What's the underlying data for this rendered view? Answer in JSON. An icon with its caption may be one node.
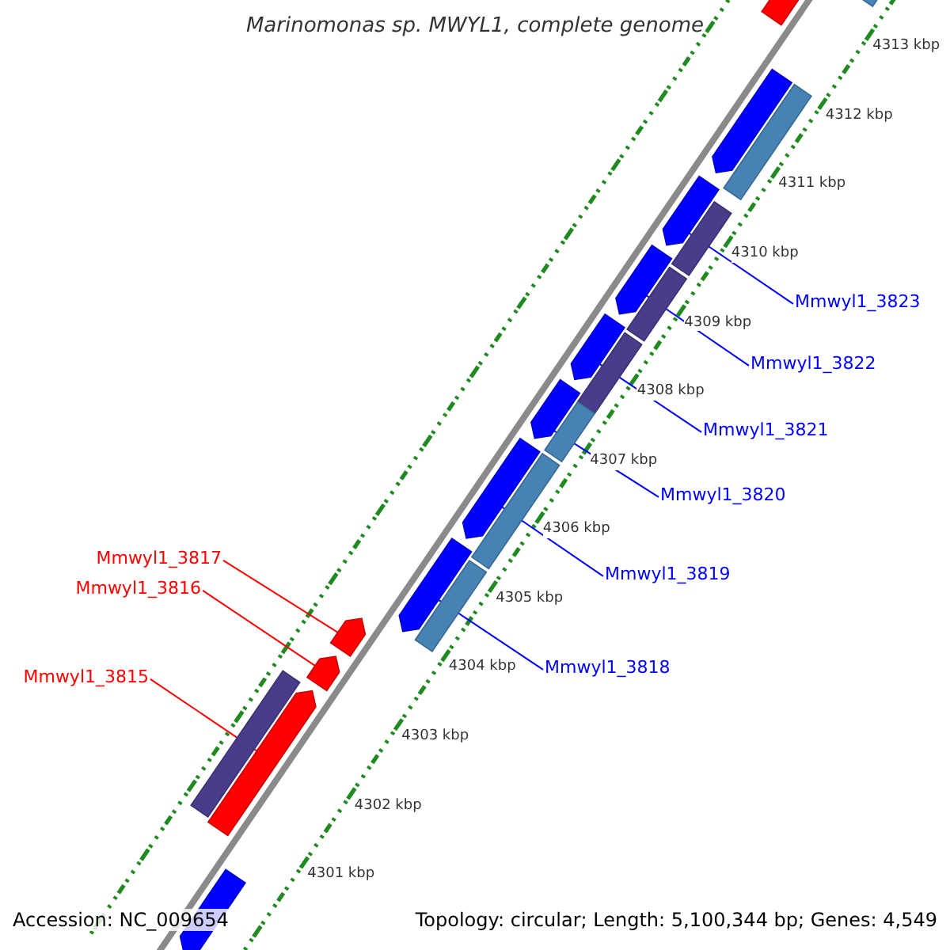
{
  "diagram": {
    "title": "Marinomonas sp. MWYL1, complete genome",
    "nodes": [
      {
        "text": [
          "Mmwyl1_3823"
        ]
      },
      {
        "text": [
          "Mmwyl1_3822"
        ]
      },
      {
        "text": [
          "Mmwyl1_3821"
        ]
      },
      {
        "text": [
          "Mmwyl1_3820"
        ]
      },
      {
        "text": [
          "Mmwyl1_3817"
        ]
      },
      {
        "text": [
          "Mmwyl1_3819"
        ]
      },
      {
        "text": [
          "Mmwyl1_3816"
        ]
      },
      {
        "text": [
          "Mmwyl1_3818"
        ]
      },
      {
        "text": [
          "Mmwyl1_3815"
        ]
      },
      {
        "text": [],
        "shape": "pentagon"
      },
      {
        "text": [],
        "shape": "box"
      },
      {
        "text": [],
        "shape": "pentagon"
      },
      {
        "text": [],
        "shape": "box"
      },
      {
        "text": [],
        "shape": "pentagon"
      },
      {
        "text": [],
        "shape": "box"
      },
      {
        "text": [],
        "shape": "pentagon"
      },
      {
        "text": [],
        "shape": "box"
      },
      {
        "text": [],
        "shape": "pentagon"
      },
      {
        "text": [],
        "shape": "box"
      },
      {
        "text": [],
        "shape": "pentagon"
      },
      {
        "text": [],
        "shape": "box"
      },
      {
        "text": [],
        "shape": "pentagon"
      },
      {
        "text": [],
        "shape": "box"
      },
      {
        "text": [],
        "shape": "pentagon"
      },
      {
        "text": [],
        "shape": "box"
      },
      {
        "text": [],
        "shape": "pentagon"
      },
      {
        "text": [],
        "shape": "pentagon"
      },
      {
        "text": [],
        "shape": "box"
      },
      {
        "text": [],
        "shape": "pentagon"
      },
      {
        "text": [],
        "shape": "pentagon"
      }
    ],
    "edges": [
      {
        "from": 0,
        "to": 13,
        "arrow": "none"
      },
      {
        "from": 1,
        "to": 15,
        "arrow": "none"
      },
      {
        "from": 2,
        "to": 17,
        "arrow": "none"
      },
      {
        "from": 3,
        "to": 19,
        "arrow": "none"
      },
      {
        "from": 4,
        "to": 25,
        "arrow": "none",
        "color": "#ff0000"
      },
      {
        "from": 5,
        "to": 21,
        "arrow": "none"
      },
      {
        "from": 6,
        "to": 26,
        "arrow": "none",
        "color": "#ff0000"
      },
      {
        "from": 7,
        "to": 23,
        "arrow": "none"
      },
      {
        "from": 8,
        "to": 28,
        "arrow": "none",
        "color": "#ff0000"
      }
    ],
    "labels": [
      "4313 kbp",
      "4312 kbp",
      "4311 kbp",
      "4310 kbp",
      "4309 kbp",
      "4308 kbp",
      "4307 kbp",
      "4306 kbp",
      "4305 kbp",
      "4304 kbp",
      "4303 kbp",
      "4302 kbp",
      "4301 kbp",
      "Accession: NC_009654",
      "Topology: circular; Length: 5,100,344 bp; Genes: 4,549"
    ]
  }
}
